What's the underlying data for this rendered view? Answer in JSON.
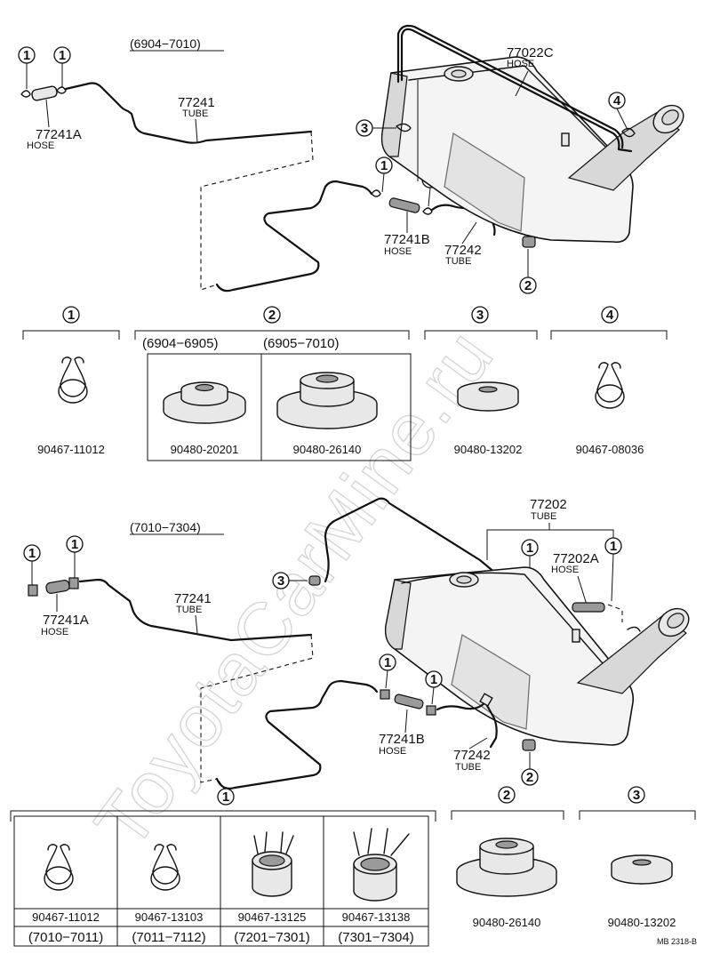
{
  "watermark": "ToyotaCarMine.ru",
  "top": {
    "range": "(6904−7010)",
    "labels": {
      "p77241": "77241",
      "p77241_sub": "TUBE",
      "p77241A": "77241A",
      "p77241A_sub": "HOSE",
      "p77022C": "77022C",
      "p77022C_sub": "HOSE",
      "p77241B": "77241B",
      "p77241B_sub": "HOSE",
      "p77242": "77242",
      "p77242_sub": "TUBE"
    },
    "refs": {
      "r1a": "1",
      "r1b": "1",
      "r1c": "1",
      "r1d": "1",
      "r2": "2",
      "r3": "3",
      "r4": "4"
    }
  },
  "legend_top": {
    "g1": {
      "num": "1",
      "part": "90467-11012"
    },
    "g2": {
      "num": "2",
      "range_a": "(6904−6905)",
      "range_b": "(6905−7010)",
      "part_a": "90480-20201",
      "part_b": "90480-26140"
    },
    "g3": {
      "num": "3",
      "part": "90480-13202"
    },
    "g4": {
      "num": "4",
      "part": "90467-08036"
    }
  },
  "bottom": {
    "range": "(7010−7304)",
    "labels": {
      "p77202": "77202",
      "p77202_sub": "TUBE",
      "p77202A": "77202A",
      "p77202A_sub": "HOSE",
      "p77241": "77241",
      "p77241_sub": "TUBE",
      "p77241A": "77241A",
      "p77241A_sub": "HOSE",
      "p77241B": "77241B",
      "p77241B_sub": "HOSE",
      "p77242": "77242",
      "p77242_sub": "TUBE"
    },
    "refs": {
      "r1a": "1",
      "r1b": "1",
      "r1c": "1",
      "r1d": "1",
      "r1e": "1",
      "r1f": "1",
      "r1g": "1",
      "r2": "2",
      "r3": "3"
    }
  },
  "legend_bottom": {
    "clamps": [
      {
        "part": "90467-11012",
        "range": "(7010−7011)"
      },
      {
        "part": "90467-13103",
        "range": "(7011−7112)"
      },
      {
        "part": "90467-13125",
        "range": "(7201−7301)"
      },
      {
        "part": "90467-13138",
        "range": "(7301−7304)"
      }
    ],
    "g2": {
      "num": "2",
      "part": "90480-26140"
    },
    "g3": {
      "num": "3",
      "part": "90480-13202"
    }
  },
  "footer_code": "MB 2318-B"
}
